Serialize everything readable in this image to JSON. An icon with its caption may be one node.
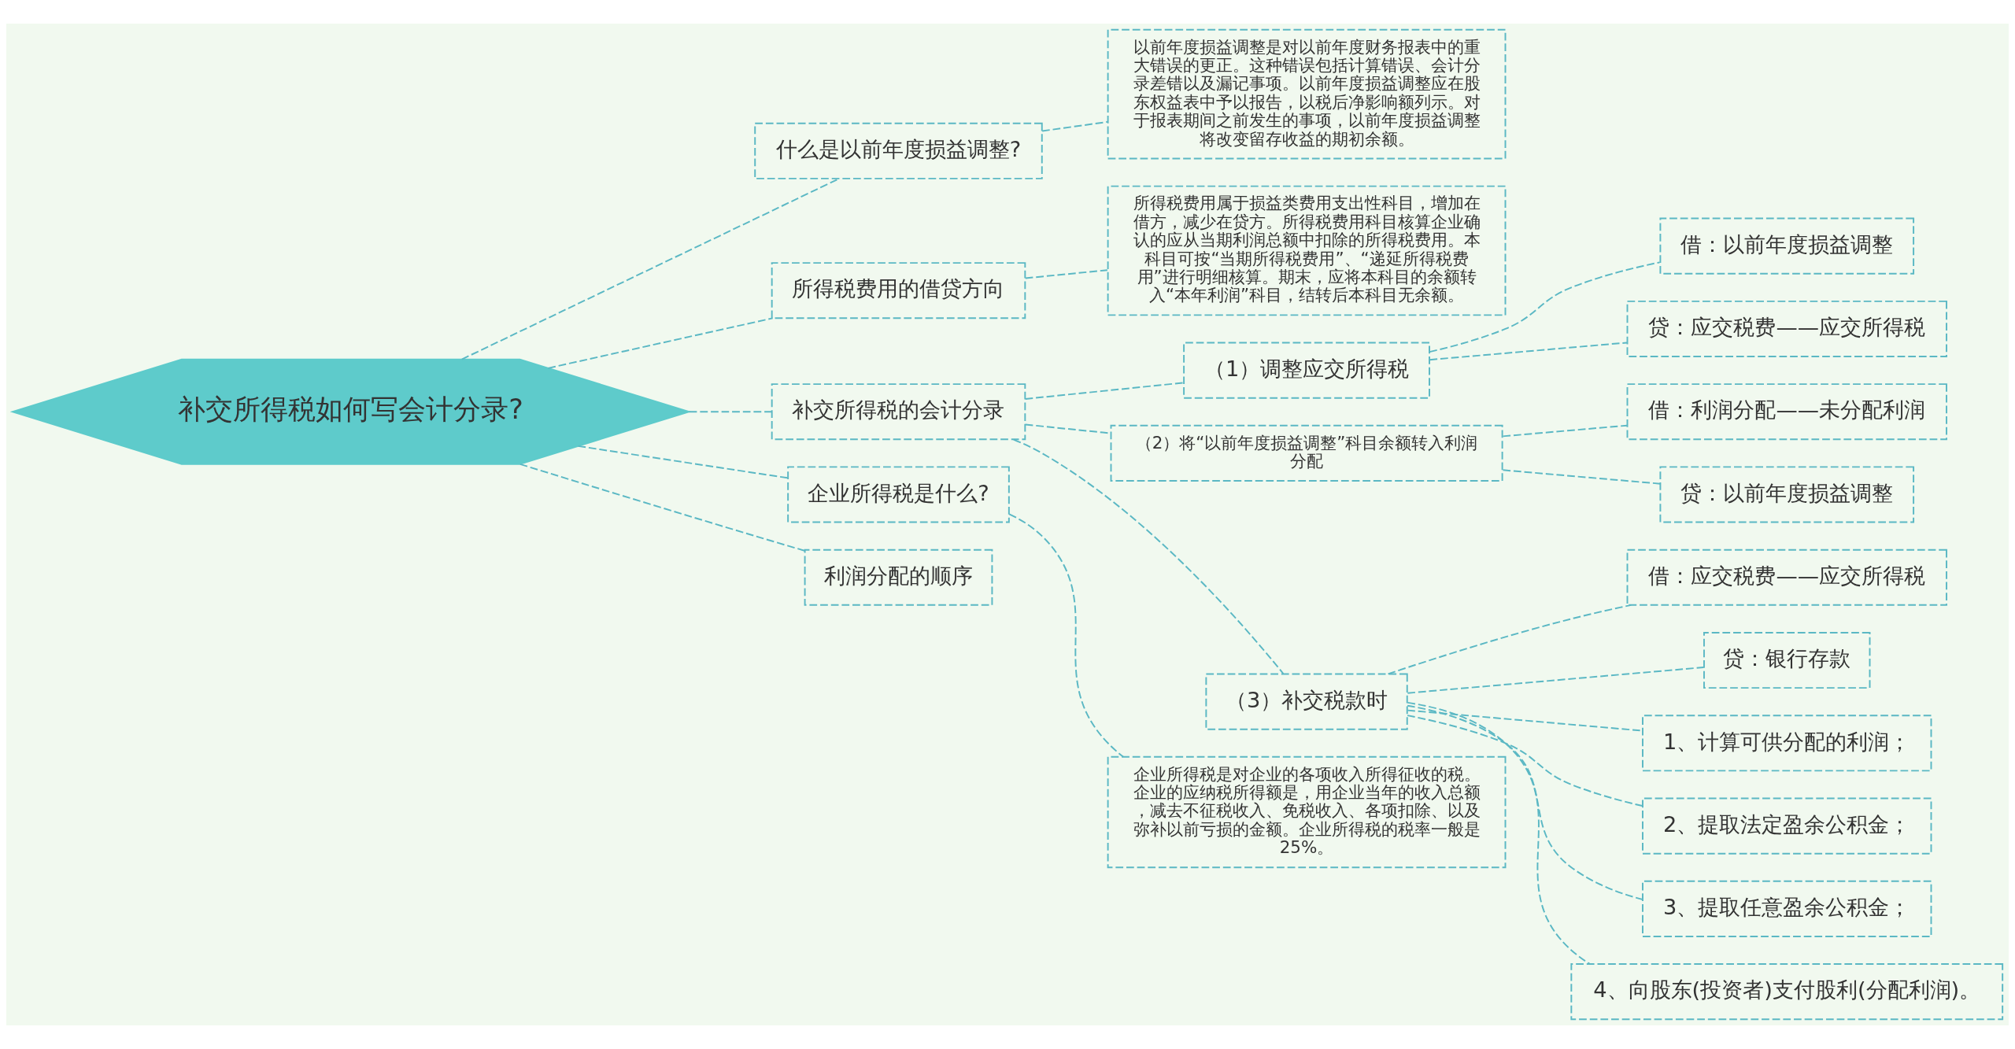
{
  "diagram": {
    "nodes": [
      {
        "text": [
          "补交所得税如何写会计分录?"
        ]
      },
      {
        "text": [
          "什么是以前年度损益调整?"
        ]
      },
      {
        "text": [
          "以前年度损益调整是对以前年度财务报表中的重大错误的更正。这种错误包括计算错误、会计分录差错以及漏记事项。以前年度损益调整应在股东权益表中予以报告，以税后净影响额列示。对于报表期间之前发生的事项，以前年度损益调整将改变留存收益的期初余额。"
        ]
      },
      {
        "text": [
          "所得税费用的借贷方向"
        ]
      },
      {
        "text": [
          "所得税费用属于损益类费用支出性科目，增加在借方，减少在贷方。所得税费用科目核算企业确认的应从当期利润总额中扣除的所得税费用。本科目可按“当期所得税费用”、“递延所得税费用”进行明细核算。期末，应将本科目的余额转入“本年利润”科目，结转后本科目无余额。"
        ]
      },
      {
        "text": [
          "补交所得税的会计分录"
        ]
      },
      {
        "text": [
          "（1）调整应交所得税"
        ]
      },
      {
        "text": [
          "借：以前年度损益调整"
        ]
      },
      {
        "text": [
          "贷：应交税费——应交所得税"
        ]
      },
      {
        "text": [
          "（2）将“以前年度损益调整”科目余额转入利润分配"
        ]
      },
      {
        "text": [
          "借：利润分配——未分配利润"
        ]
      },
      {
        "text": [
          "贷：以前年度损益调整"
        ]
      },
      {
        "text": [
          "（3）补交税款时"
        ]
      },
      {
        "text": [
          "借：应交税费——应交所得税"
        ]
      },
      {
        "text": [
          "贷：银行存款"
        ]
      },
      {
        "text": [
          "1、计算可供分配的利润；"
        ]
      },
      {
        "text": [
          "2、提取法定盈余公积金；"
        ]
      },
      {
        "text": [
          "3、提取任意盈余公积金；"
        ]
      },
      {
        "text": [
          "4、向股东(投资者)支付股利(分配利润)。"
        ]
      },
      {
        "text": [
          "企业所得税是什么?"
        ]
      },
      {
        "text": [
          "企业所得税是对企业的各项收入所得征收的税。企业的应纳税所得额是，用企业当年的收入总额，减去不征税收入、免税收入、各项扣除、以及弥补以前亏损的金额。企业所得税的税率一般是25%。"
        ]
      },
      {
        "text": [
          "利润分配的顺序"
        ]
      }
    ],
    "edges": [
      {
        "from": 0,
        "to": 1,
        "arrow": "none",
        "style": "dashed"
      },
      {
        "from": 1,
        "to": 2,
        "arrow": "none",
        "style": "dashed"
      },
      {
        "from": 0,
        "to": 3,
        "arrow": "none",
        "style": "dashed"
      },
      {
        "from": 3,
        "to": 4,
        "arrow": "none",
        "style": "dashed"
      },
      {
        "from": 0,
        "to": 5,
        "arrow": "none",
        "style": "dashed"
      },
      {
        "from": 5,
        "to": 6,
        "arrow": "none",
        "style": "dashed"
      },
      {
        "from": 6,
        "to": 7,
        "arrow": "none",
        "style": "dashed"
      },
      {
        "from": 6,
        "to": 8,
        "arrow": "none",
        "style": "dashed"
      },
      {
        "from": 5,
        "to": 9,
        "arrow": "none",
        "style": "dashed"
      },
      {
        "from": 9,
        "to": 10,
        "arrow": "none",
        "style": "dashed"
      },
      {
        "from": 9,
        "to": 11,
        "arrow": "none",
        "style": "dashed"
      },
      {
        "from": 5,
        "to": 12,
        "arrow": "none",
        "style": "dashed"
      },
      {
        "from": 12,
        "to": 13,
        "arrow": "none",
        "style": "dashed"
      },
      {
        "from": 12,
        "to": 14,
        "arrow": "none",
        "style": "dashed"
      },
      {
        "from": 12,
        "to": 15,
        "arrow": "none",
        "style": "dashed"
      },
      {
        "from": 12,
        "to": 16,
        "arrow": "none",
        "style": "dashed"
      },
      {
        "from": 12,
        "to": 17,
        "arrow": "none",
        "style": "dashed"
      },
      {
        "from": 12,
        "to": 18,
        "arrow": "none",
        "style": "dashed"
      },
      {
        "from": 0,
        "to": 19,
        "arrow": "none",
        "style": "dashed"
      },
      {
        "from": 19,
        "to": 20,
        "arrow": "none",
        "style": "dashed"
      },
      {
        "from": 0,
        "to": 21,
        "arrow": "none",
        "style": "dashed"
      }
    ]
  }
}
